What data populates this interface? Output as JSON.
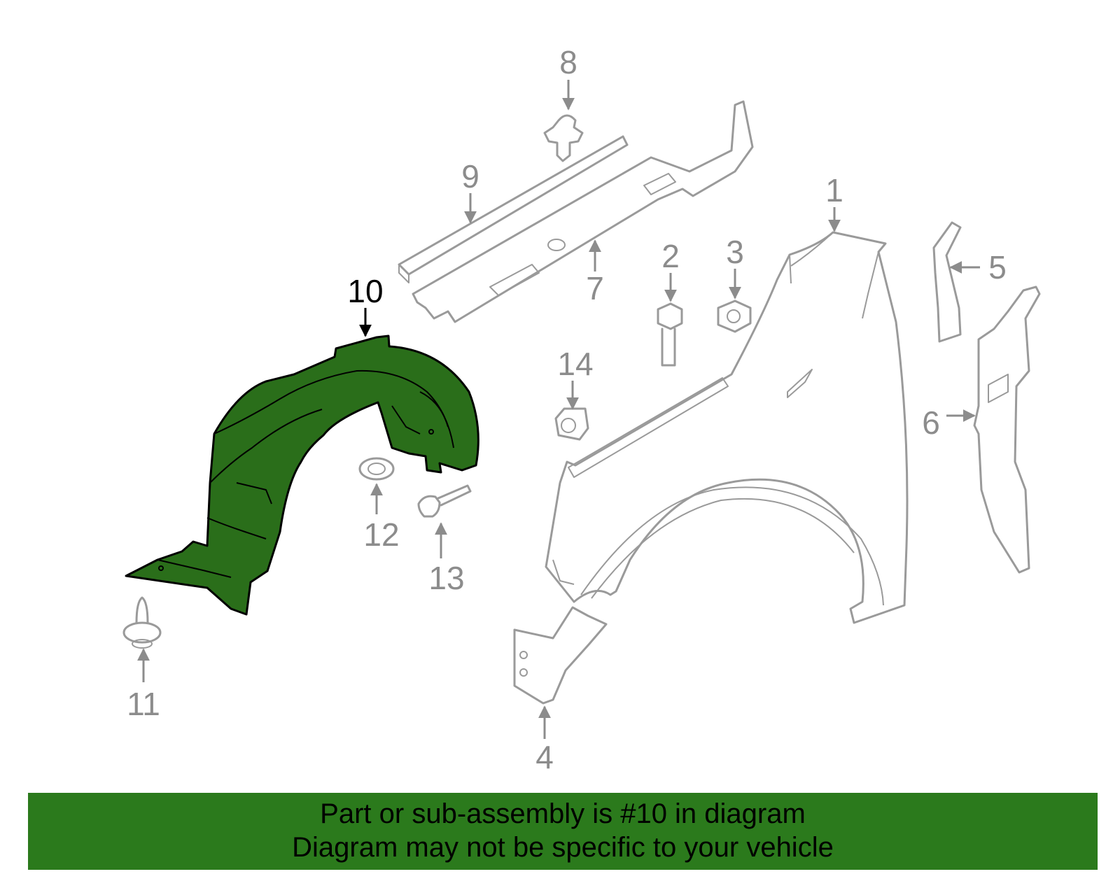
{
  "callouts": {
    "c1": "1",
    "c2": "2",
    "c3": "3",
    "c4": "4",
    "c5": "5",
    "c6": "6",
    "c7": "7",
    "c8": "8",
    "c9": "9",
    "c10": "10",
    "c11": "11",
    "c12": "12",
    "c13": "13",
    "c14": "14"
  },
  "highlighted_part": "10",
  "colors": {
    "highlight": "#2a6e1a",
    "banner": "#2b7a1c",
    "lines": "#9a9a9a"
  },
  "banner": {
    "line1": "Part or sub-assembly is #10 in diagram",
    "line2": "Diagram may not be specific to your vehicle"
  }
}
